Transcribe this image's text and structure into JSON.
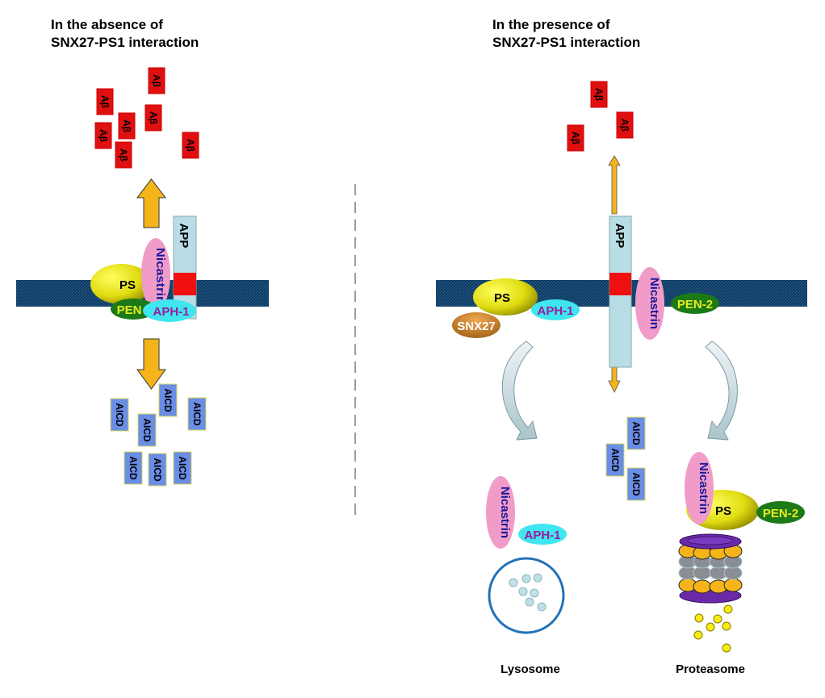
{
  "left_panel": {
    "title_line1": "In the absence of",
    "title_line2": "SNX27-PS1 interaction",
    "abeta": [
      "Aβ",
      "Aβ",
      "Aβ",
      "Aβ",
      "Aβ",
      "Aβ",
      "Aβ"
    ],
    "app": "APP",
    "ps": "PS",
    "nicastrin": "Nicastrin",
    "pen": "PEN",
    "aph": "APH-1",
    "aicd": [
      "AICD",
      "AICD",
      "AICD",
      "AICD",
      "AICD",
      "AICD",
      "AICD"
    ]
  },
  "right_panel": {
    "title_line1": "In the presence of",
    "title_line2": "SNX27-PS1 interaction",
    "abeta": [
      "Aβ",
      "Aβ",
      "Aβ"
    ],
    "app": "APP",
    "ps": "PS",
    "snx27": "SNX27",
    "aph": "APH-1",
    "nicastrin": "Nicastrin",
    "pen": "PEN-2",
    "aicd": [
      "AICD",
      "AICD",
      "AICD"
    ],
    "lysosome": {
      "nicastrin": "Nicastrin",
      "aph": "APH-1",
      "label": "Lysosome"
    },
    "proteasome": {
      "nicastrin": "Nicastrin",
      "ps": "PS",
      "pen": "PEN-2",
      "label": "Proteasome"
    }
  },
  "colors": {
    "membrane": "#0c3b63",
    "abeta": "#e01010",
    "aicd": "#6a8de6",
    "app": "#b9dde7",
    "nicastrin": "#f19cc8",
    "aph": "#3fe6ef",
    "pen": "#1b7a17",
    "ps": "#e5e212",
    "snx27": "#c47a1f",
    "arrow": "#f4b41a",
    "lysosome": "#2373b8"
  }
}
